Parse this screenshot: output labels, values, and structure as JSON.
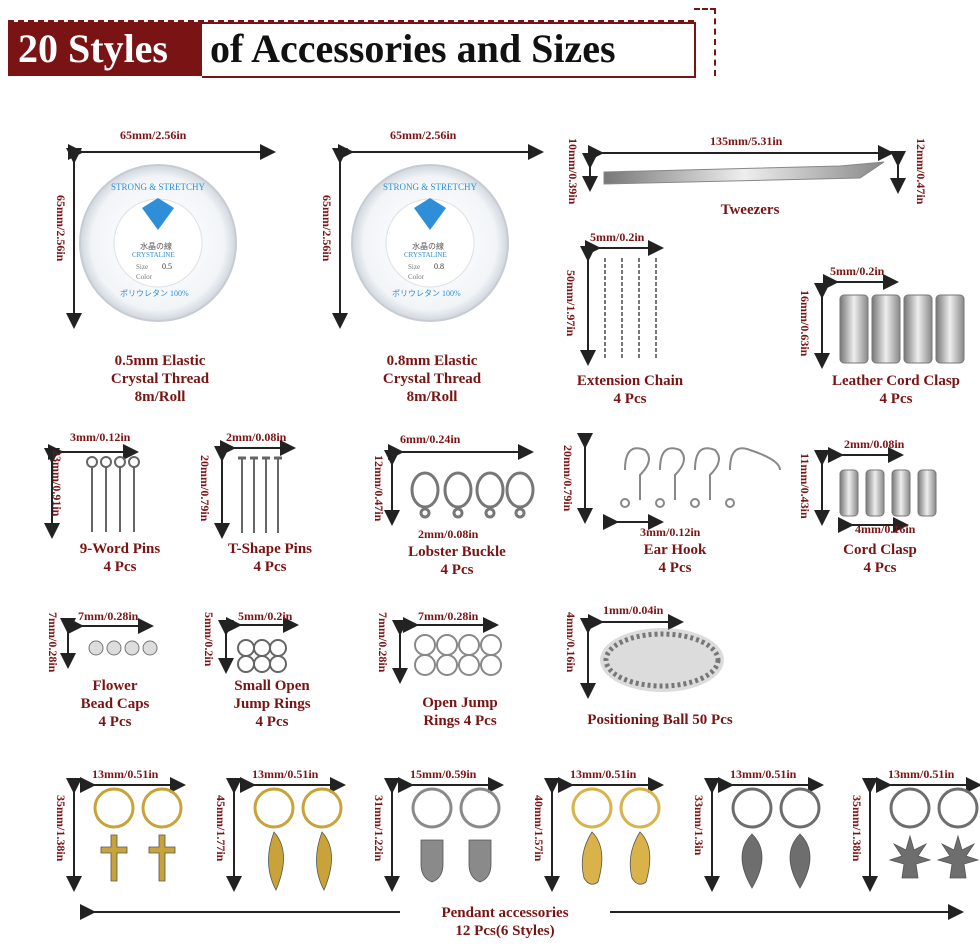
{
  "header": {
    "title_highlight": "20 Styles",
    "title_rest": "of Accessories and Sizes"
  },
  "items": {
    "thread05": {
      "name": "0.5mm Elastic\nCrystal Thread\n8m/Roll",
      "w": "65mm/2.56in",
      "h": "65mm/2.56in",
      "brand": "STRONG & STRETCHY",
      "jp": "水晶の線",
      "product": "CRYSTALINE",
      "size_label": "Size",
      "size": "0.5",
      "color_label": "Color",
      "foot": "ポリウレタン 100%"
    },
    "thread08": {
      "name": "0.8mm Elastic\nCrystal Thread\n8m/Roll",
      "w": "65mm/2.56in",
      "h": "65mm/2.56in",
      "brand": "STRONG & STRETCHY",
      "jp": "水晶の線",
      "product": "CRYSTALINE",
      "size_label": "Size",
      "size": "0.8",
      "color_label": "Color",
      "foot": "ポリウレタン 100%"
    },
    "tweezers": {
      "name": "Tweezers",
      "len": "135mm/5.31in",
      "h_left": "10mm/0.39in",
      "h_right": "12mm/0.47in"
    },
    "chain": {
      "name": "Extension Chain\n4 Pcs",
      "w": "5mm/0.2in",
      "h": "50mm/1.97in"
    },
    "leather_clasp": {
      "name": "Leather Cord Clasp\n4 Pcs",
      "w": "5mm/0.2in",
      "h": "16mm/0.63in"
    },
    "nine_pins": {
      "name": "9-Word Pins\n4 Pcs",
      "w": "3mm/0.12in",
      "h": "23mm/0.91in"
    },
    "t_pins": {
      "name": "T-Shape Pins\n4 Pcs",
      "w": "2mm/0.08in",
      "h": "20mm/0.79in"
    },
    "lobster": {
      "name": "Lobster Buckle\n4 Pcs",
      "w": "6mm/0.24in",
      "w2": "2mm/0.08in",
      "h": "12mm/0.47in"
    },
    "ear_hook": {
      "name": "Ear Hook\n4 Pcs",
      "w": "3mm/0.12in",
      "h": "20mm/0.79in"
    },
    "cord_clasp": {
      "name": "Cord Clasp\n4 Pcs",
      "w": "2mm/0.08in",
      "w2": "4mm/0.16in",
      "h": "11mm/0.43in"
    },
    "flower_caps": {
      "name": "Flower\nBead Caps\n4 Pcs",
      "w": "7mm/0.28in",
      "h": "7mm/0.28in"
    },
    "small_rings": {
      "name": "Small Open\nJump Rings\n4 Pcs",
      "w": "5mm/0.2in",
      "h": "5mm/0.2in"
    },
    "open_rings": {
      "name": "Open Jump\nRings 4 Pcs",
      "w": "7mm/0.28in",
      "h": "7mm/0.28in"
    },
    "ball": {
      "name": "Positioning Ball 50 Pcs",
      "w": "1mm/0.04in",
      "h": "4mm/0.16in"
    }
  },
  "pendants": [
    {
      "w": "13mm/0.51in",
      "h": "35mm/1.38in",
      "kind": "cross",
      "color": "#c9a33a"
    },
    {
      "w": "13mm/0.51in",
      "h": "45mm/1.77in",
      "kind": "wing",
      "color": "#c9a33a"
    },
    {
      "w": "15mm/0.59in",
      "h": "31mm/1.22in",
      "kind": "hamsa",
      "color": "#8a8a8a"
    },
    {
      "w": "13mm/0.51in",
      "h": "40mm/1.57in",
      "kind": "shell",
      "color": "#d9b24a"
    },
    {
      "w": "13mm/0.51in",
      "h": "33mm/1.3in",
      "kind": "leaf",
      "color": "#6e6e6e"
    },
    {
      "w": "13mm/0.51in",
      "h": "35mm/1.38in",
      "kind": "hemp",
      "color": "#6e6e6e"
    }
  ],
  "pendant_label": {
    "line1": "Pendant accessories",
    "line2": "12 Pcs(6 Styles)"
  },
  "colors": {
    "accent": "#7a1414",
    "thread_blue": "#2e8ed8"
  }
}
